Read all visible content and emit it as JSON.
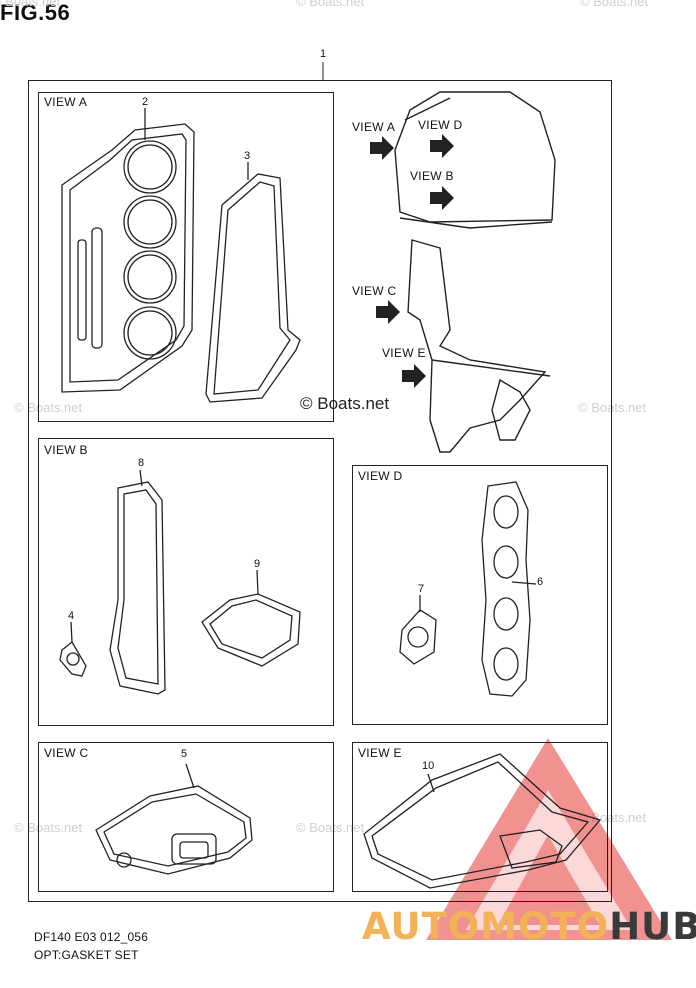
{
  "figure": {
    "title": "FIG.56",
    "ref_main": "1"
  },
  "views": {
    "a": {
      "label": "VIEW A",
      "parts": [
        "2",
        "3"
      ]
    },
    "b": {
      "label": "VIEW B",
      "parts": [
        "8",
        "4",
        "9"
      ]
    },
    "c": {
      "label": "VIEW C",
      "parts": [
        "5"
      ]
    },
    "d": {
      "label": "VIEW D",
      "parts": [
        "7",
        "6"
      ]
    },
    "e": {
      "label": "VIEW E",
      "parts": [
        "10"
      ]
    }
  },
  "engine_callouts": [
    "VIEW A",
    "VIEW D",
    "VIEW B",
    "VIEW C",
    "VIEW E"
  ],
  "watermark": {
    "center": "© Boats.net",
    "small": "© Boats.net"
  },
  "footer": {
    "code": "DF140 E03 012_056",
    "name": "OPT:GASKET SET"
  },
  "brand": {
    "part1": "AUTO",
    "part2": "MOTO",
    "part3": "HUB",
    "colors": {
      "accent": "#f3b257",
      "dark": "#3a3a3a",
      "triangle": "#e53935"
    }
  }
}
